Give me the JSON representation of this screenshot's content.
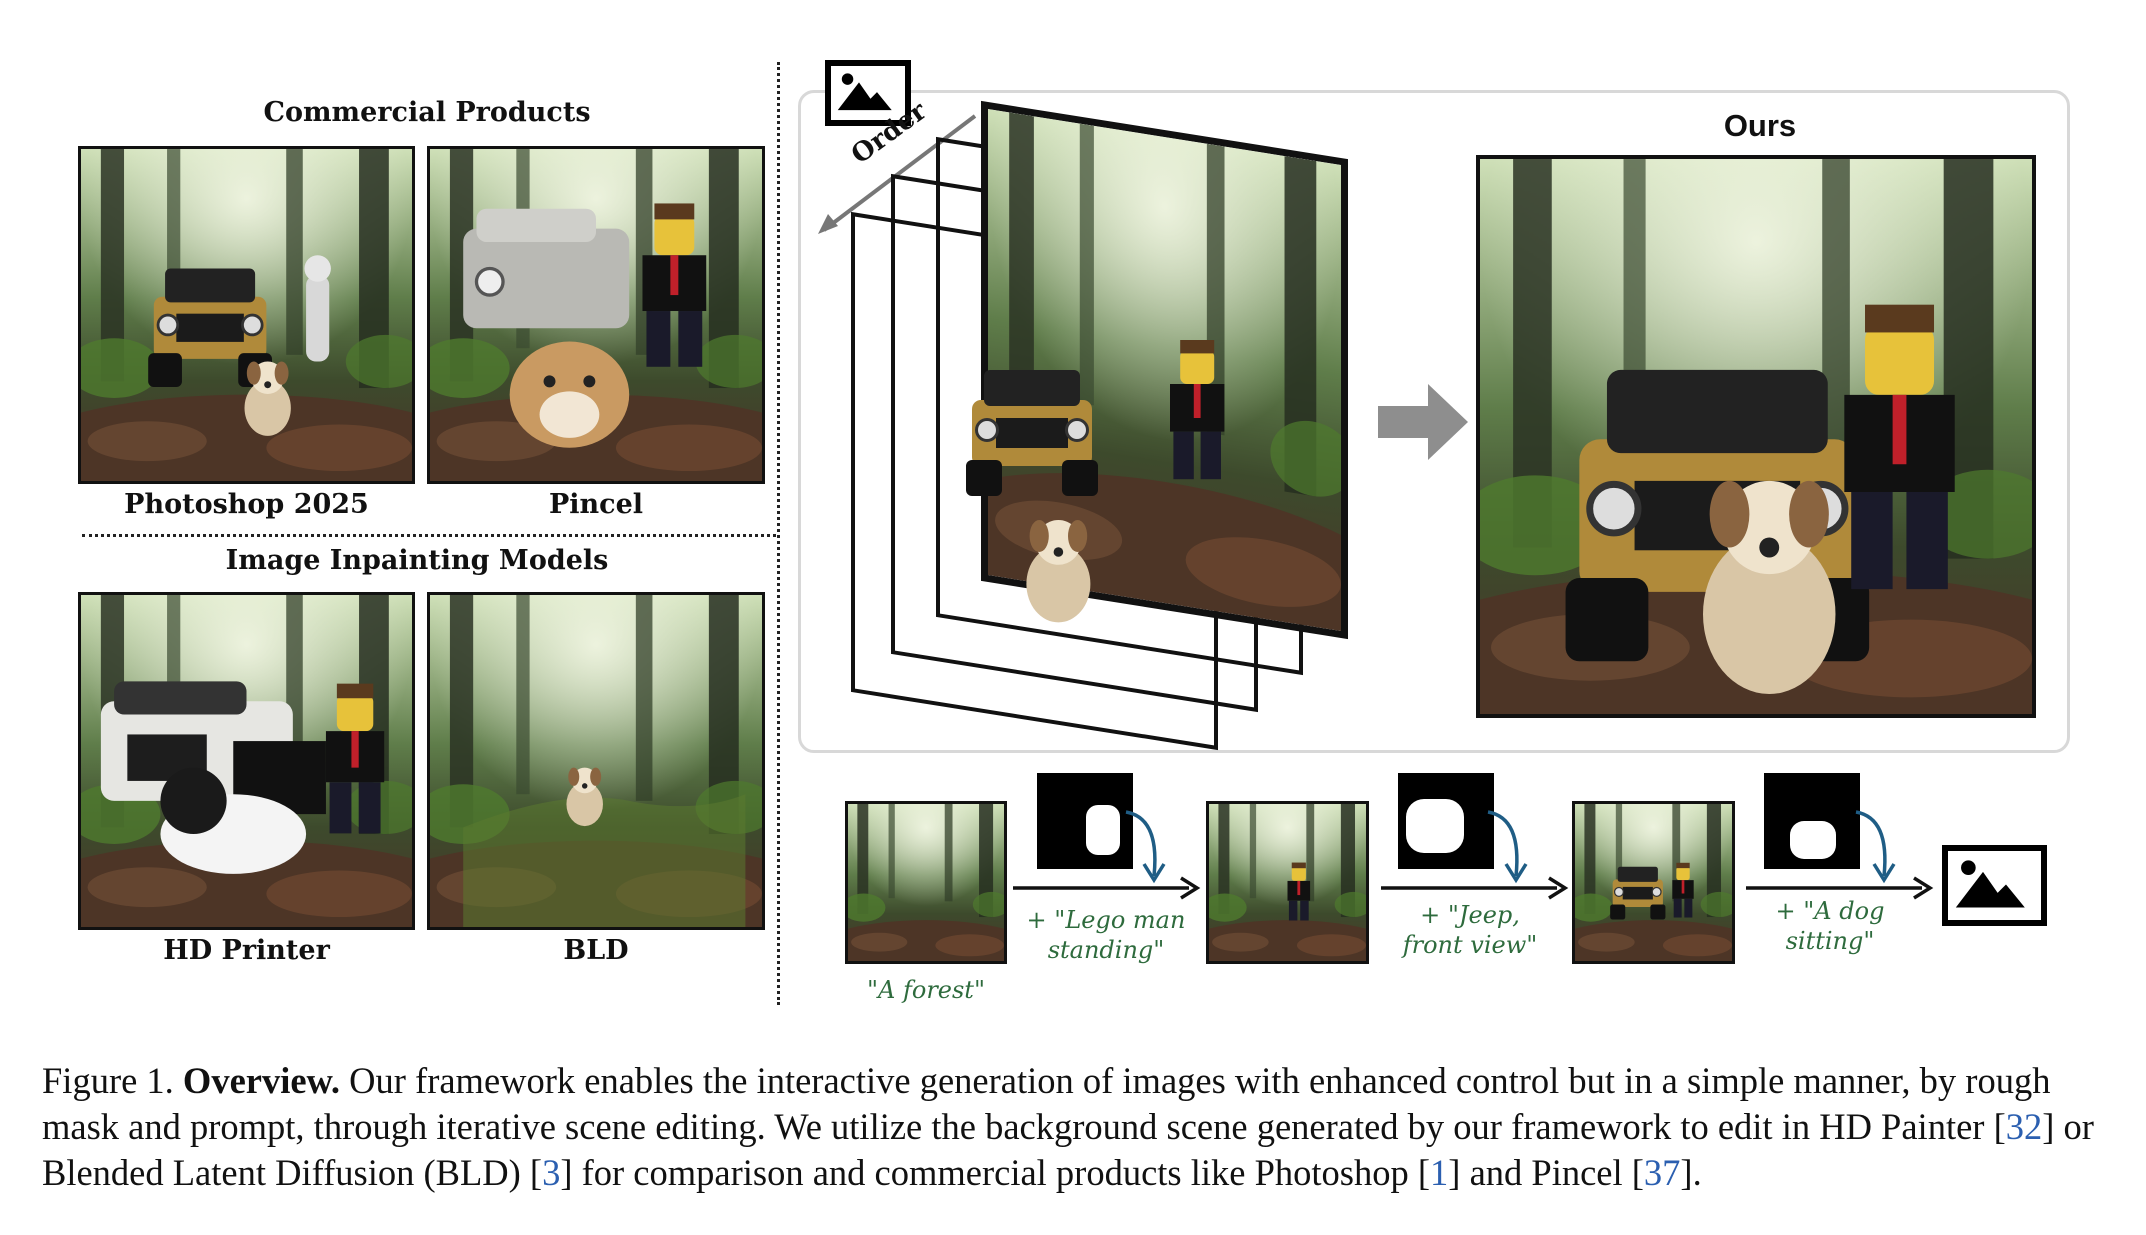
{
  "left": {
    "commercial_title": "Commercial Products",
    "inpainting_title": "Image Inpainting Models",
    "labels": {
      "photoshop": "Photoshop 2025",
      "pincel": "Pincel",
      "hd_printer": "HD Printer",
      "bld": "BLD"
    }
  },
  "right": {
    "order_label": "Order",
    "ours_title": "Ours"
  },
  "pipeline": {
    "first_prompt": "\"A forest\"",
    "step1_prompt_line1": "+ \"Lego man",
    "step1_prompt_line2": "standing\"",
    "step2_prompt_line1": "+ \"Jeep,",
    "step2_prompt_line2": "front view\"",
    "step3_prompt_line1": "+ \"A dog",
    "step3_prompt_line2": "sitting\""
  },
  "caption": {
    "prefix": "Figure 1. ",
    "bold": "Overview.",
    "part1": " Our framework enables the interactive generation of images with enhanced control but in a simple manner, by rough mask and prompt, through iterative scene editing. We utilize the background scene generated by our framework to edit in HD Painter [",
    "ref1": "32",
    "part2": "] or Blended Latent Diffusion (BLD) [",
    "ref2": "3",
    "part3": "] for comparison and commercial products like Photoshop [",
    "ref3": "1",
    "part4": "] and Pincel [",
    "ref4": "37",
    "part5": "]."
  },
  "colors": {
    "forest_dark": "#2f4a2c",
    "forest_light": "#a8c08a",
    "ground": "#5a4232",
    "jeep_gold": "#b08a3a",
    "handwriting_green": "#2e6b3d",
    "ref_blue": "#2b5fb0"
  },
  "icons": [
    "image-placeholder-icon",
    "order-arrow-icon",
    "right-arrow-icon",
    "mask-icon",
    "curved-arrow-icon"
  ]
}
